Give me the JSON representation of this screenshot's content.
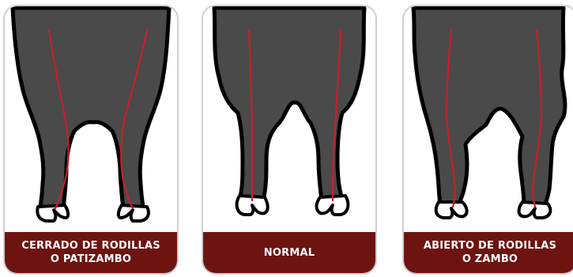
{
  "panels": [
    {
      "id": "cerrado",
      "caption_line1": "CERRADO DE RODILLAS",
      "caption_line2": "O PATIZAMBO"
    },
    {
      "id": "normal",
      "caption_line1": "NORMAL",
      "caption_line2": ""
    },
    {
      "id": "abierto",
      "caption_line1": "ABIERTO DE RODILLAS",
      "caption_line2": "O ZAMBO"
    }
  ],
  "colors": {
    "caption_background": "#6d1411",
    "body_fill": "#4a4a4a",
    "leg_axis_line": "#c8202c",
    "panel_border": "#cfcfcf"
  }
}
